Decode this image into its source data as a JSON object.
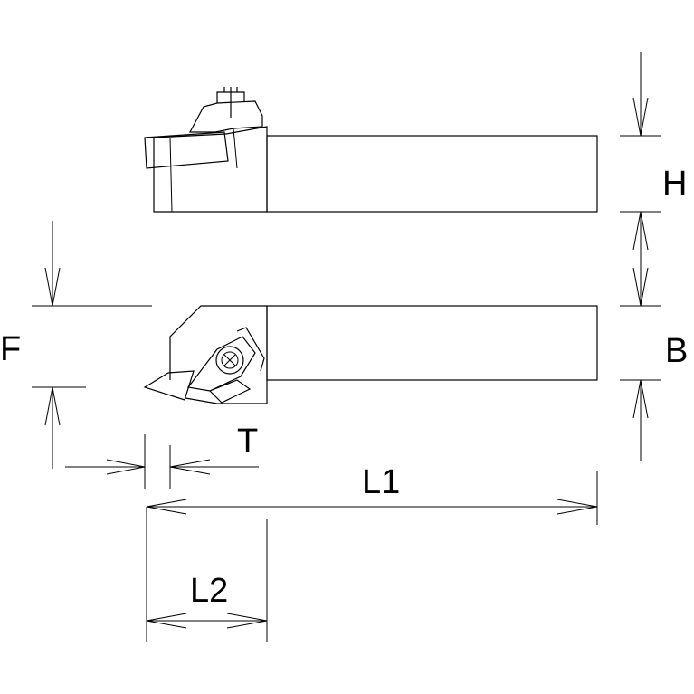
{
  "labels": {
    "H": "H",
    "B": "B",
    "F": "F",
    "T": "T",
    "L1": "L1",
    "L2": "L2"
  },
  "colors": {
    "line": "#000000",
    "background": "#ffffff"
  }
}
